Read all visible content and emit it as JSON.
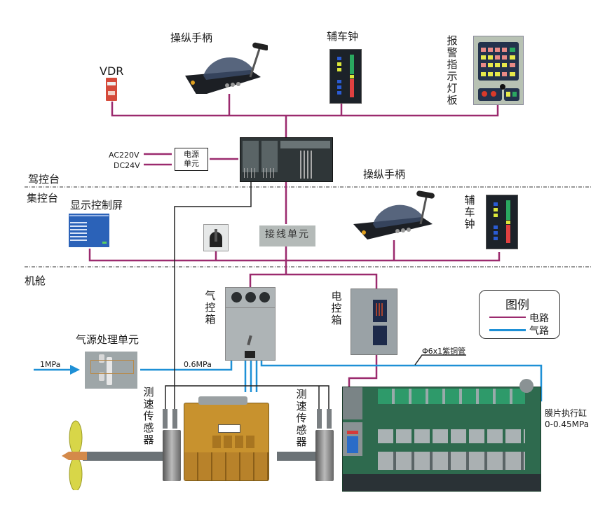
{
  "zones": [
    {
      "label": "驾控台"
    },
    {
      "label": "集控台"
    },
    {
      "label": "机舱"
    }
  ],
  "bridge": {
    "vdr": {
      "label": "VDR"
    },
    "handle": {
      "label": "操纵手柄"
    },
    "telegraph": {
      "label": "辅车钟"
    },
    "alarm_panel": {
      "label": "报警指示灯板"
    },
    "power_unit": {
      "label_line1": "电源",
      "label_line2": "单元",
      "inputs": [
        "AC220V",
        "DC24V"
      ]
    }
  },
  "control_room": {
    "display": {
      "label": "显示控制屏"
    },
    "junction": {
      "label": "接线单元"
    },
    "handle": {
      "label": "操纵手柄"
    },
    "telegraph": {
      "label": "辅车钟"
    }
  },
  "engine_room": {
    "air_box": {
      "label": "气控箱"
    },
    "elec_box": {
      "label": "电控箱"
    },
    "air_treatment": {
      "label": "气源处理单元"
    },
    "inlet_pressure": "1MPa",
    "supply_pressure": "0.6MPa",
    "pipe_spec": "Φ6x1紫铜管",
    "speed_sensor_left": {
      "label": "测速传感器"
    },
    "speed_sensor_right": {
      "label": "测速传感器"
    },
    "actuator": {
      "label_line1": "膜片执行缸",
      "label_line2": "0-0.45MPa"
    }
  },
  "legend": {
    "title": "图例",
    "items": [
      {
        "label": "电路",
        "color": "#9b2a6e"
      },
      {
        "label": "气路",
        "color": "#1e90d6"
      }
    ]
  },
  "colors": {
    "electric": "#9b2a6e",
    "air": "#1e90d6",
    "sensor_wire": "#222222"
  }
}
